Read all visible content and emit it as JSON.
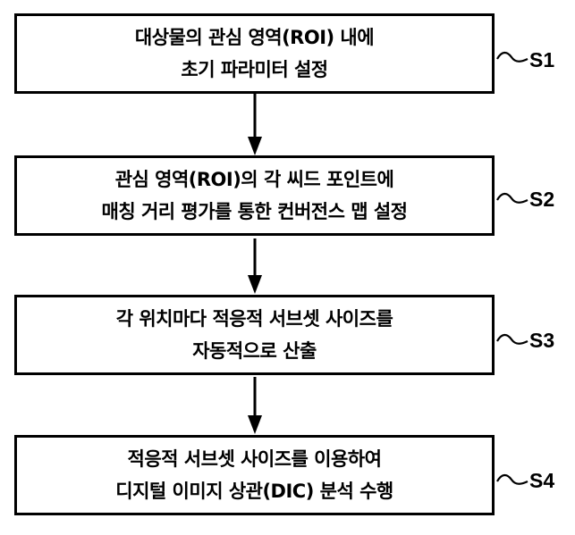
{
  "steps": [
    {
      "label": "S1",
      "lines": [
        "대상물의 관심 영역(ROI) 내에",
        "초기 파라미터 설정"
      ]
    },
    {
      "label": "S2",
      "lines": [
        "관심 영역(ROI)의 각 씨드 포인트에",
        "매칭 거리 평가를 통한 컨버전스 맵 설정"
      ]
    },
    {
      "label": "S3",
      "lines": [
        "각 위치마다 적응적 서브셋 사이즈를",
        "자동적으로 산출"
      ]
    },
    {
      "label": "S4",
      "lines": [
        "적응적 서브셋 사이즈를 이용하여",
        "디지털 이미지 상관(DIC) 분석 수행"
      ]
    }
  ]
}
